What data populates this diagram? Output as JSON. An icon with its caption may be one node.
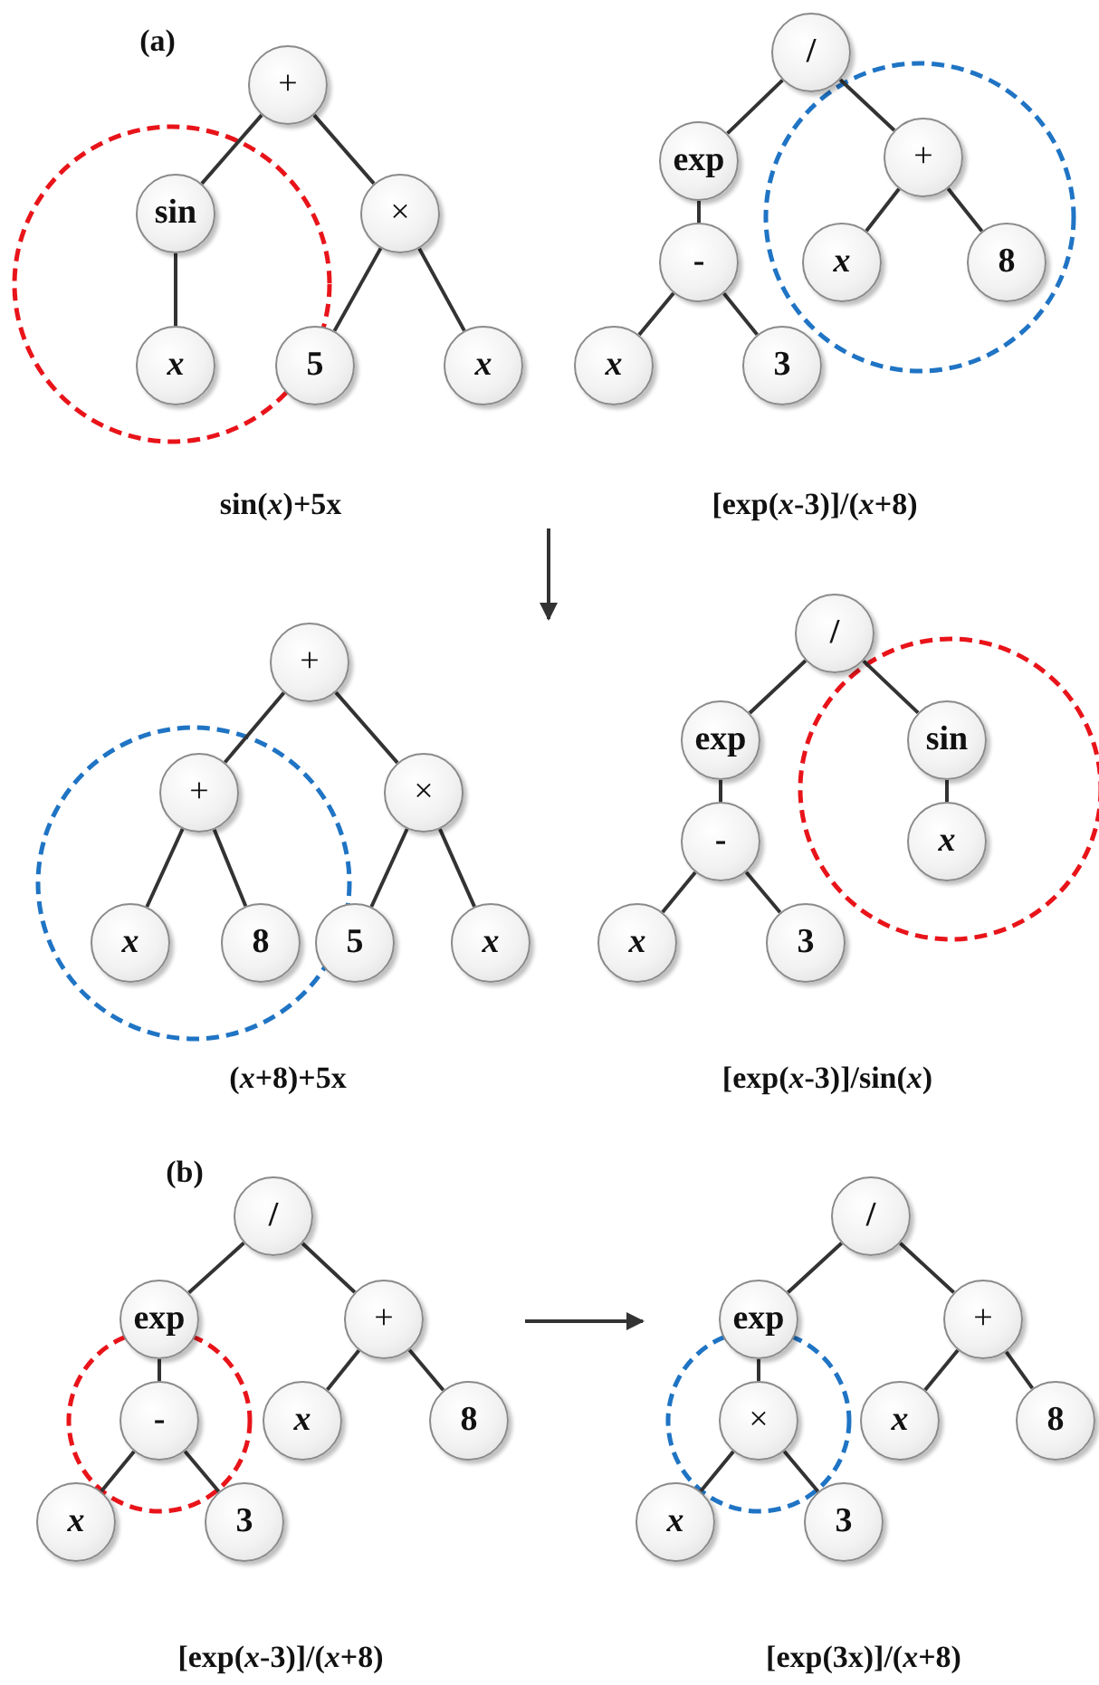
{
  "diagram": {
    "nodes": [
      {
        "text": [
          "+"
        ]
      },
      {
        "text": [
          "sin"
        ]
      },
      {
        "text": [
          "×"
        ]
      },
      {
        "text": [
          "x"
        ]
      },
      {
        "text": [
          "5"
        ]
      },
      {
        "text": [
          "x"
        ]
      },
      {
        "text": [
          "/"
        ]
      },
      {
        "text": [
          "exp"
        ]
      },
      {
        "text": [
          "+"
        ]
      },
      {
        "text": [
          "-"
        ]
      },
      {
        "text": [
          "x"
        ]
      },
      {
        "text": [
          "8"
        ]
      },
      {
        "text": [
          "x"
        ]
      },
      {
        "text": [
          "3"
        ]
      },
      {
        "text": [
          "+"
        ]
      },
      {
        "text": [
          "+"
        ]
      },
      {
        "text": [
          "×"
        ]
      },
      {
        "text": [
          "x"
        ]
      },
      {
        "text": [
          "8"
        ]
      },
      {
        "text": [
          "5"
        ]
      },
      {
        "text": [
          "x"
        ]
      },
      {
        "text": [
          "/"
        ]
      },
      {
        "text": [
          "exp"
        ]
      },
      {
        "text": [
          "sin"
        ]
      },
      {
        "text": [
          "-"
        ]
      },
      {
        "text": [
          "x"
        ]
      },
      {
        "text": [
          "x"
        ]
      },
      {
        "text": [
          "3"
        ]
      },
      {
        "text": [
          "/"
        ]
      },
      {
        "text": [
          "exp"
        ]
      },
      {
        "text": [
          "+"
        ]
      },
      {
        "text": [
          "-"
        ]
      },
      {
        "text": [
          "x"
        ]
      },
      {
        "text": [
          "8"
        ]
      },
      {
        "text": [
          "x"
        ]
      },
      {
        "text": [
          "3"
        ]
      },
      {
        "text": [
          "/"
        ]
      },
      {
        "text": [
          "exp"
        ]
      },
      {
        "text": [
          "+"
        ]
      },
      {
        "text": [
          "×"
        ]
      },
      {
        "text": [
          "x"
        ]
      },
      {
        "text": [
          "8"
        ]
      },
      {
        "text": [
          "x"
        ]
      },
      {
        "text": [
          "3"
        ]
      }
    ],
    "edges": [
      {
        "from": 0,
        "to": 1,
        "arrow": "none"
      },
      {
        "from": 0,
        "to": 2,
        "arrow": "none"
      },
      {
        "from": 1,
        "to": 3,
        "arrow": "none"
      },
      {
        "from": 2,
        "to": 4,
        "arrow": "none"
      },
      {
        "from": 2,
        "to": 5,
        "arrow": "none"
      },
      {
        "from": 6,
        "to": 7,
        "arrow": "none"
      },
      {
        "from": 6,
        "to": 8,
        "arrow": "none"
      },
      {
        "from": 7,
        "to": 9,
        "arrow": "none"
      },
      {
        "from": 8,
        "to": 10,
        "arrow": "none"
      },
      {
        "from": 8,
        "to": 11,
        "arrow": "none"
      },
      {
        "from": 9,
        "to": 12,
        "arrow": "none"
      },
      {
        "from": 9,
        "to": 13,
        "arrow": "none"
      },
      {
        "from": 14,
        "to": 15,
        "arrow": "none"
      },
      {
        "from": 14,
        "to": 16,
        "arrow": "none"
      },
      {
        "from": 15,
        "to": 17,
        "arrow": "none"
      },
      {
        "from": 15,
        "to": 18,
        "arrow": "none"
      },
      {
        "from": 16,
        "to": 19,
        "arrow": "none"
      },
      {
        "from": 16,
        "to": 20,
        "arrow": "none"
      },
      {
        "from": 21,
        "to": 22,
        "arrow": "none"
      },
      {
        "from": 21,
        "to": 23,
        "arrow": "none"
      },
      {
        "from": 22,
        "to": 24,
        "arrow": "none"
      },
      {
        "from": 23,
        "to": 25,
        "arrow": "none"
      },
      {
        "from": 24,
        "to": 26,
        "arrow": "none"
      },
      {
        "from": 24,
        "to": 27,
        "arrow": "none"
      },
      {
        "from": 28,
        "to": 29,
        "arrow": "none"
      },
      {
        "from": 28,
        "to": 30,
        "arrow": "none"
      },
      {
        "from": 29,
        "to": 31,
        "arrow": "none"
      },
      {
        "from": 30,
        "to": 32,
        "arrow": "none"
      },
      {
        "from": 30,
        "to": 33,
        "arrow": "none"
      },
      {
        "from": 31,
        "to": 34,
        "arrow": "none"
      },
      {
        "from": 31,
        "to": 35,
        "arrow": "none"
      },
      {
        "from": 36,
        "to": 37,
        "arrow": "none"
      },
      {
        "from": 36,
        "to": 38,
        "arrow": "none"
      },
      {
        "from": 37,
        "to": 39,
        "arrow": "none"
      },
      {
        "from": 38,
        "to": 40,
        "arrow": "none"
      },
      {
        "from": 38,
        "to": 41,
        "arrow": "none"
      },
      {
        "from": 39,
        "to": 42,
        "arrow": "none"
      },
      {
        "from": 39,
        "to": 43,
        "arrow": "none"
      }
    ],
    "labels": [
      "(a)",
      "sin(*x*)+5x",
      "[exp(*x*-3)]/(*x*+8)",
      "(*x*+8)+5x",
      "[exp(*x*-3)]/sin(*x*)",
      "(b)",
      "[exp(*x*-3)]/(*x*+8)",
      "[exp(3x)]/(*x*+8)"
    ]
  }
}
